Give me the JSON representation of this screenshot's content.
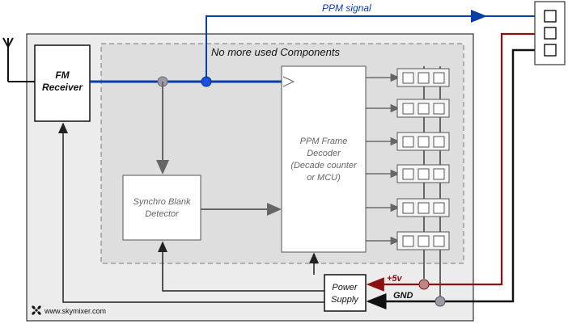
{
  "diagram": {
    "labels": {
      "ppm_signal": "PPM signal",
      "no_more_used": "No more used Components",
      "fm_receiver": [
        "FM",
        "Receiver"
      ],
      "ppm_decoder": [
        "PPM Frame",
        "Decoder",
        "(Decade counter",
        "or MCU)"
      ],
      "synchro_blank": [
        "Synchro Blank",
        "Detector"
      ],
      "power_supply": [
        "Power",
        "Supply"
      ],
      "plus5v": "+5v",
      "gnd": "GND",
      "website": "www.skymixer.com"
    },
    "colors": {
      "ppm_line": "#0a3ea8",
      "power_line": "#8b1010",
      "gnd_line": "#111111",
      "internal_line": "#555555",
      "board_fill": "#ececec",
      "dashed_region_fill": "#dedede"
    },
    "connector_rows": 6,
    "output_connector_pins": 3
  }
}
